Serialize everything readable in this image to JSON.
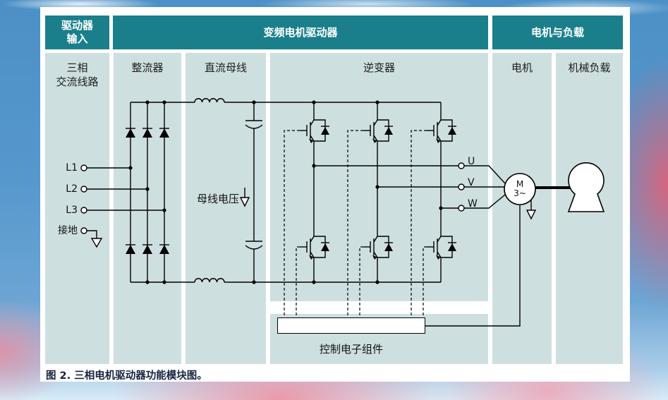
{
  "figure": {
    "caption": "图 2. 三相电机驱动器功能模块图。"
  },
  "headers": [
    {
      "label": "驱动器\n输入"
    },
    {
      "label": "变频电机驱动器"
    },
    {
      "label": "电机与负载"
    }
  ],
  "columns": [
    {
      "label": "三相\n交流线路"
    },
    {
      "label": "整流器"
    },
    {
      "label": "直流母线"
    },
    {
      "label": "逆变器"
    },
    {
      "label": "电机"
    },
    {
      "label": "机械负载"
    }
  ],
  "ac_terminals": [
    {
      "label": "L1"
    },
    {
      "label": "L2"
    },
    {
      "label": "L3"
    },
    {
      "label": "接地"
    }
  ],
  "phase_outputs": [
    {
      "label": "U"
    },
    {
      "label": "V"
    },
    {
      "label": "W"
    }
  ],
  "labels": {
    "bus_voltage": "母线电压",
    "control_electronics": "控制电子组件",
    "motor_symbol": "M\n3~"
  },
  "colors": {
    "header_teal": "#1a7f8b",
    "column_fill": "#cedfe0",
    "line_black": "#000000",
    "card_white": "#ffffff"
  }
}
